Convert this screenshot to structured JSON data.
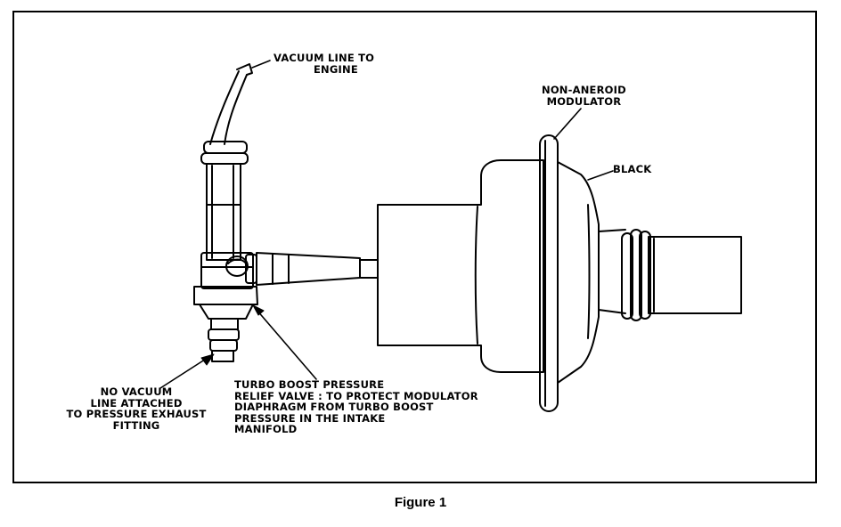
{
  "labels": {
    "vacuum_line": [
      "VACUUM LINE TO",
      "ENGINE"
    ],
    "modulator": [
      "NON-ANEROID",
      "MODULATOR"
    ],
    "black": "BLACK",
    "no_vacuum": [
      "NO VACUUM",
      "LINE ATTACHED",
      "TO PRESSURE EXHAUST",
      "FITTING"
    ],
    "relief_valve": [
      "TURBO BOOST PRESSURE",
      "RELIEF VALVE : TO PROTECT MODULATOR",
      "DIAPHRAGM FROM TURBO BOOST",
      "PRESSURE IN THE INTAKE",
      "MANIFOLD"
    ]
  },
  "caption": "Figure 1"
}
